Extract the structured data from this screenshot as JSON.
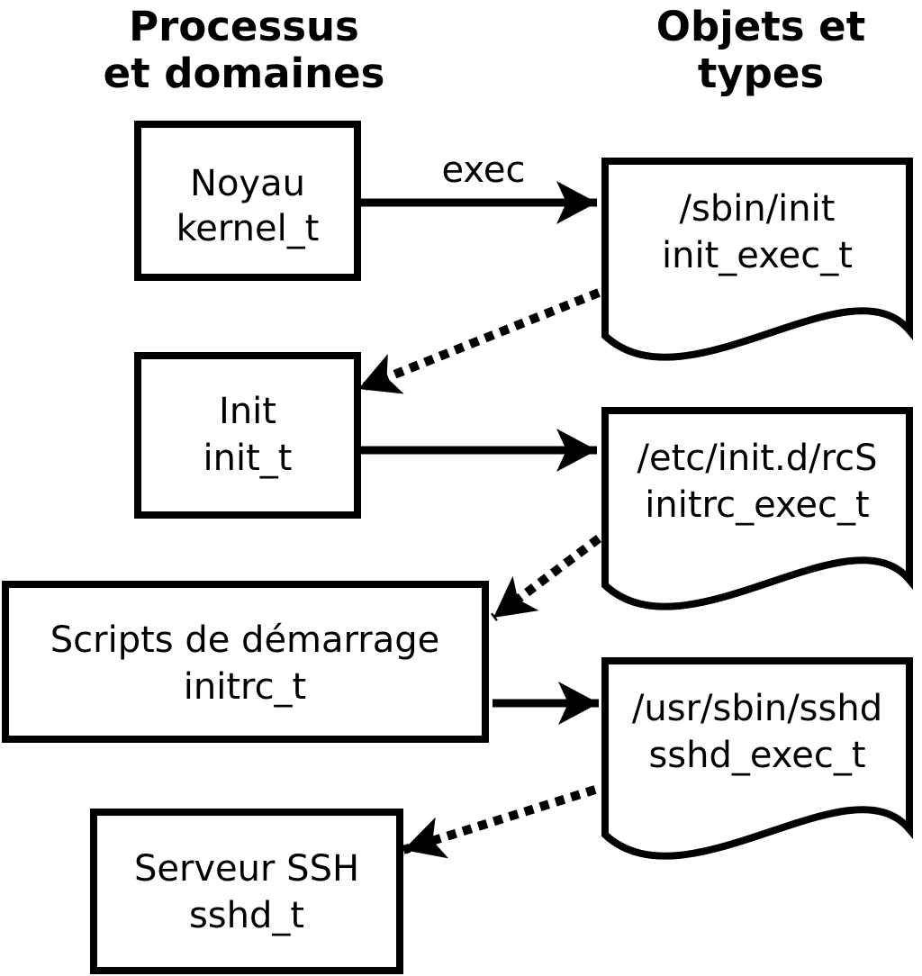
{
  "diagram": {
    "title_hint": "SELinux domain transitions at boot",
    "left_header": {
      "line1": "Processus",
      "line2": "et domaines"
    },
    "right_header": {
      "line1": "Objets et",
      "line2": "types"
    },
    "process_boxes": [
      {
        "name": "Noyau",
        "type": "kernel_t"
      },
      {
        "name": "Init",
        "type": "init_t"
      },
      {
        "name": "Scripts de démarrage",
        "type": "initrc_t"
      },
      {
        "name": "Serveur SSH",
        "type": "sshd_t"
      }
    ],
    "object_docs": [
      {
        "path": "/sbin/init",
        "type": "init_exec_t"
      },
      {
        "path": "/etc/init.d/rcS",
        "type": "initrc_exec_t"
      },
      {
        "path": "/usr/sbin/sshd",
        "type": "sshd_exec_t"
      }
    ],
    "arrow_labels": {
      "exec": "exec"
    },
    "colors": {
      "stroke": "#000000",
      "background": "#ffffff"
    }
  }
}
